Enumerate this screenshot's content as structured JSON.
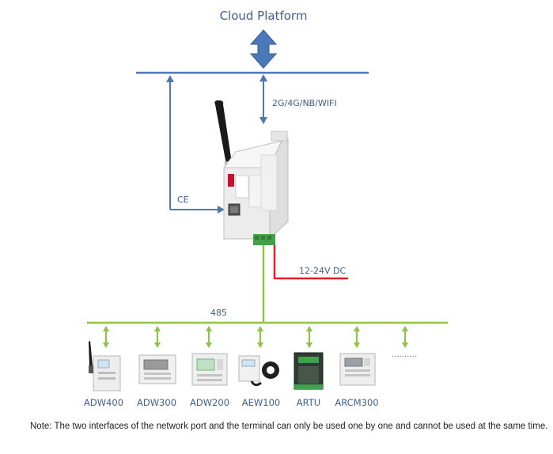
{
  "title": "Cloud Platform",
  "links": {
    "wireless": "2G/4G/NB/WIFI",
    "ethernet": "CE",
    "power": "12-24V DC",
    "bus": "485"
  },
  "devices": [
    {
      "label": "ADW400"
    },
    {
      "label": "ADW300"
    },
    {
      "label": "ADW200"
    },
    {
      "label": "AEW100"
    },
    {
      "label": "ARTU"
    },
    {
      "label": "ARCM300"
    }
  ],
  "more": "..........",
  "note": "Note: The two interfaces of the network port and the terminal can only be used one by one and cannot be used at the same time.",
  "colors": {
    "blue": "#4a78b8",
    "green": "#8cc63f",
    "red": "#e31e24",
    "text_blue": "#3d5f96"
  }
}
